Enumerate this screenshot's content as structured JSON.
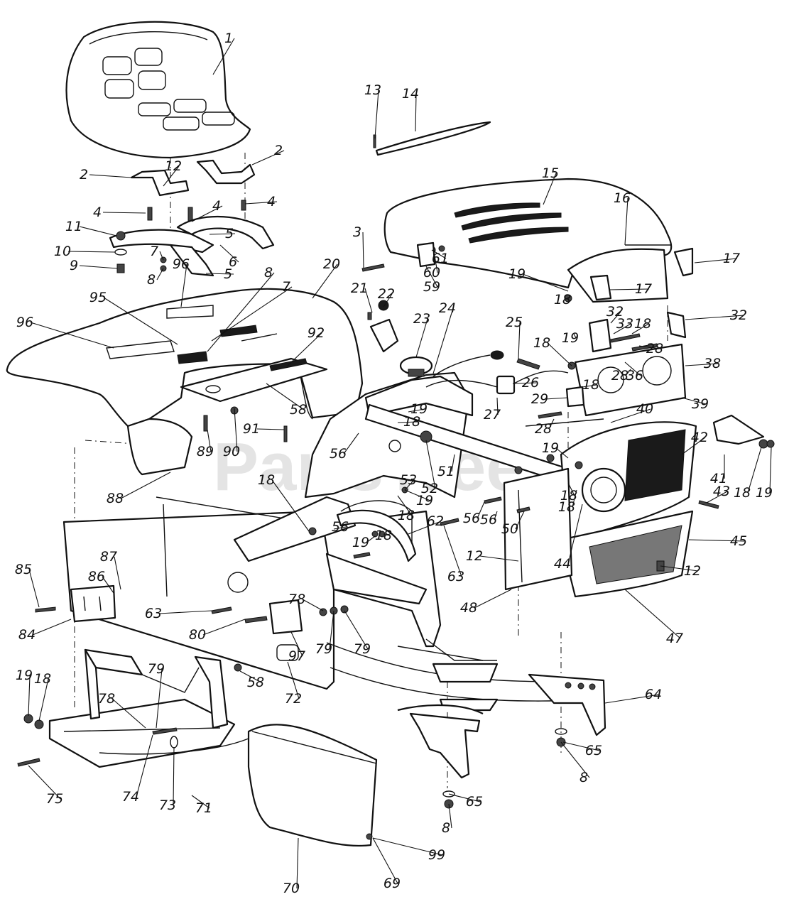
{
  "watermark": "PartsTree",
  "callouts": [
    "1",
    "2",
    "2",
    "12",
    "4",
    "4",
    "4",
    "11",
    "10",
    "9",
    "7",
    "8",
    "5",
    "6",
    "5",
    "96",
    "95",
    "96",
    "8",
    "7",
    "20",
    "92",
    "58",
    "89",
    "90",
    "91",
    "88",
    "13",
    "14",
    "15",
    "16",
    "17",
    "17",
    "19",
    "18",
    "3",
    "61",
    "60",
    "59",
    "21",
    "22",
    "23",
    "24",
    "25",
    "26",
    "27",
    "19",
    "18",
    "56",
    "51",
    "52",
    "53",
    "19",
    "18",
    "18",
    "62",
    "56",
    "19",
    "18",
    "63",
    "12",
    "48",
    "50",
    "56",
    "56",
    "18",
    "44",
    "45",
    "12",
    "47",
    "40",
    "42",
    "41",
    "18",
    "19",
    "43",
    "32",
    "32",
    "33",
    "18",
    "28",
    "36",
    "38",
    "28",
    "18",
    "29",
    "39",
    "19",
    "18",
    "28",
    "19",
    "18",
    "85",
    "84",
    "86",
    "87",
    "63",
    "80",
    "78",
    "79",
    "79",
    "97",
    "72",
    "58",
    "64",
    "65",
    "8",
    "65",
    "8",
    "69",
    "99",
    "70",
    "71",
    "73",
    "74",
    "75",
    "19",
    "18",
    "78",
    "79"
  ]
}
